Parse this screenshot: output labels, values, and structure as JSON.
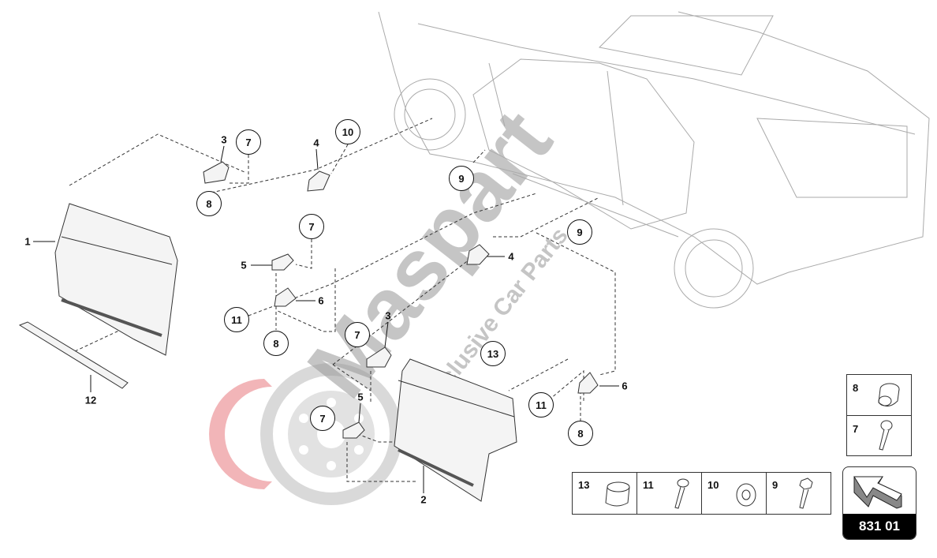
{
  "diagram": {
    "page_code": "831 01",
    "callouts_circled": [
      "7",
      "10",
      "8",
      "9",
      "7",
      "9",
      "11",
      "8",
      "7",
      "13",
      "11",
      "8",
      "7"
    ],
    "callouts_plain": [
      "3",
      "4",
      "1",
      "5",
      "6",
      "4",
      "3",
      "5",
      "6",
      "12",
      "2"
    ],
    "legend_row": [
      {
        "number": "13",
        "part": "ring-clip"
      },
      {
        "number": "11",
        "part": "torx-bolt"
      },
      {
        "number": "10",
        "part": "nut"
      },
      {
        "number": "9",
        "part": "hex-bolt"
      }
    ],
    "legend_column": [
      {
        "number": "8",
        "part": "bushing"
      },
      {
        "number": "7",
        "part": "bolt"
      }
    ],
    "watermark": {
      "brand": "Maspart",
      "tagline": "Exclusive Car Parts"
    }
  }
}
